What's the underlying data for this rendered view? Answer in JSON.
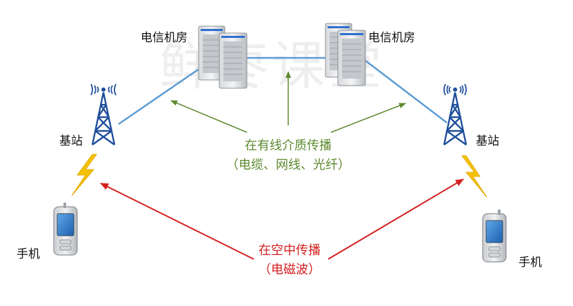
{
  "labels": {
    "server_left": "电信机房",
    "server_right": "电信机房",
    "tower_left": "基站",
    "tower_right": "基站",
    "phone_left": "手机",
    "phone_right": "手机"
  },
  "wired": {
    "line1": "在有线介质传播",
    "line2": "（电缆、网线、光纤）"
  },
  "wireless": {
    "line1": "在空中传播",
    "line2": "（电磁波）"
  },
  "watermark": "鲜枣课堂",
  "colors": {
    "cable": "#5b9bd5",
    "wired_arrow": "#5d8a2f",
    "wireless_arrow": "#d42020",
    "tower": "#1f4e9c",
    "lightning": "#f2c200"
  }
}
